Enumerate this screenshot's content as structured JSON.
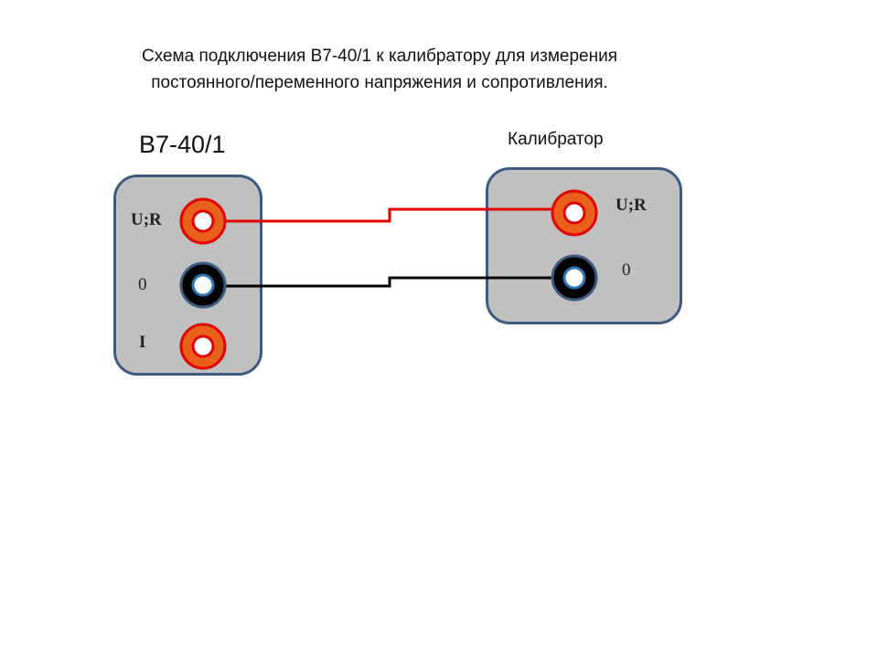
{
  "caption": {
    "line1": "Схема подключения В7-40/1 к калибратору для измерения",
    "line2": "постоянного/переменного напряжения и сопротивления."
  },
  "device": {
    "title": "В7-40/1",
    "terminals": [
      {
        "label": "U;R",
        "color": "#e8601c"
      },
      {
        "label": "0",
        "color": "#000000"
      },
      {
        "label": "I",
        "color": "#e8601c"
      }
    ]
  },
  "calibrator": {
    "title": "Калибратор",
    "terminals": [
      {
        "label": "U;R",
        "color": "#e8601c"
      },
      {
        "label": "0",
        "color": "#000000"
      }
    ]
  },
  "wires": [
    {
      "from": "U;R",
      "to": "U;R",
      "color": "#e00000"
    },
    {
      "from": "0",
      "to": "0",
      "color": "#000000"
    }
  ],
  "colors": {
    "panel_fill": "#c0c0c0",
    "panel_border": "#3f5a80",
    "jack_orange": "#e8601c",
    "jack_red_ring": "#e00000",
    "jack_black": "#000000",
    "jack_blue_ring": "#2e75b6"
  }
}
